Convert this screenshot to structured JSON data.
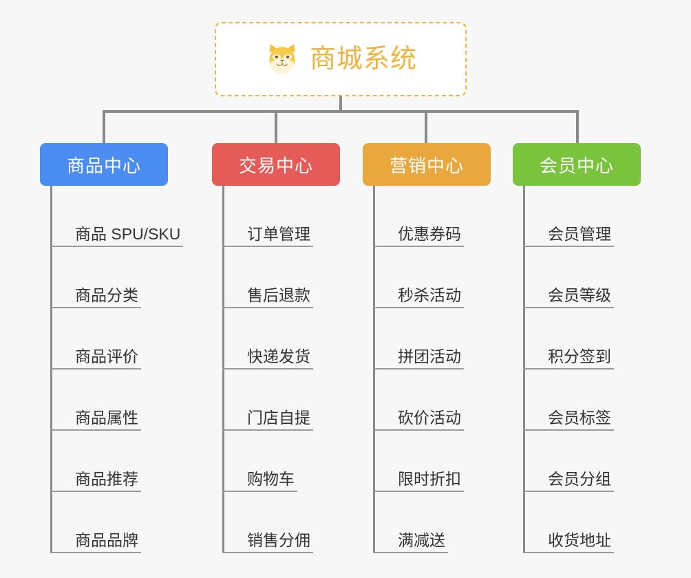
{
  "page": {
    "background_color": "#f7f7f7",
    "type": "mind-map"
  },
  "root": {
    "title": "商城系统",
    "icon": "shiba-dog-face-icon",
    "border_color": "#f2b544",
    "text_color": "#f0b33d",
    "background_color": "#ffffff"
  },
  "connector": {
    "color": "#8a8a8a"
  },
  "branches": [
    {
      "label": "商品中心",
      "color": "#4a8cf0",
      "leaves": [
        {
          "label": "商品 SPU/SKU"
        },
        {
          "label": "商品分类"
        },
        {
          "label": "商品评价"
        },
        {
          "label": "商品属性"
        },
        {
          "label": "商品推荐"
        },
        {
          "label": "商品品牌"
        }
      ]
    },
    {
      "label": "交易中心",
      "color": "#e55b57",
      "leaves": [
        {
          "label": "订单管理"
        },
        {
          "label": "售后退款"
        },
        {
          "label": "快递发货"
        },
        {
          "label": "门店自提"
        },
        {
          "label": "购物车"
        },
        {
          "label": "销售分佣"
        }
      ]
    },
    {
      "label": "营销中心",
      "color": "#eaa73d",
      "leaves": [
        {
          "label": "优惠券码"
        },
        {
          "label": "秒杀活动"
        },
        {
          "label": "拼团活动"
        },
        {
          "label": "砍价活动"
        },
        {
          "label": "限时折扣"
        },
        {
          "label": "满减送"
        }
      ]
    },
    {
      "label": "会员中心",
      "color": "#79c43c",
      "leaves": [
        {
          "label": "会员管理"
        },
        {
          "label": "会员等级"
        },
        {
          "label": "积分签到"
        },
        {
          "label": "会员标签"
        },
        {
          "label": "会员分组"
        },
        {
          "label": "收货地址"
        }
      ]
    }
  ]
}
